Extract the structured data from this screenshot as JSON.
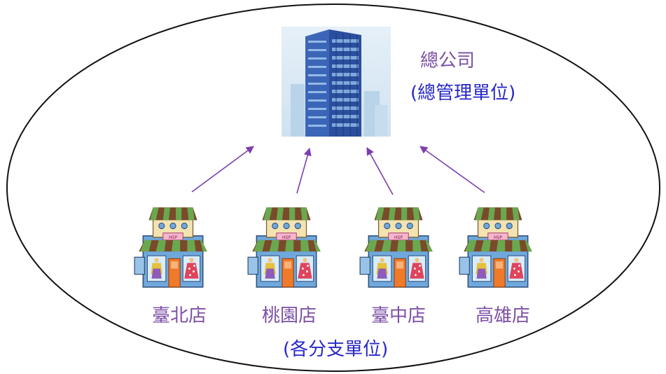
{
  "headquarters": {
    "title": "總公司",
    "subtitle": "(總管理單位)"
  },
  "stores": [
    {
      "label": "臺北店"
    },
    {
      "label": "桃園店"
    },
    {
      "label": "臺中店"
    },
    {
      "label": "高雄店"
    }
  ],
  "branches_caption": "(各分支單位)",
  "colors": {
    "arrow": "#7b3fb0",
    "title_text": "#7c4fa6",
    "sub_text": "#2727c8",
    "ellipse": "#111111"
  },
  "store_sign_text": "HSP"
}
